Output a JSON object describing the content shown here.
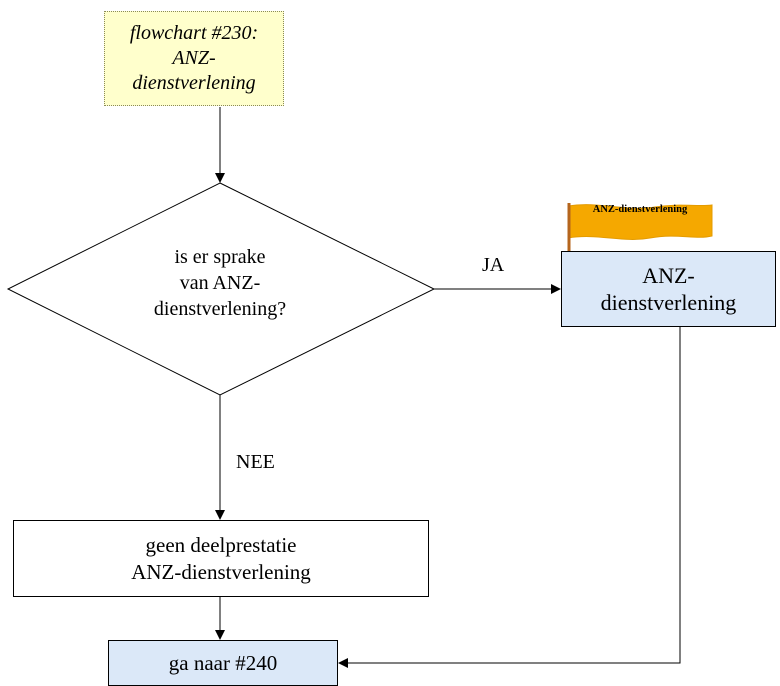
{
  "nodes": {
    "start": {
      "text": "flowchart #230: ANZ-dienstverlening"
    },
    "decision": {
      "line1": "is er sprake",
      "line2": "van ANZ-",
      "line3": "dienstverlening?"
    },
    "anz_box": {
      "line1": "ANZ-",
      "line2": "dienstverlening",
      "flag": "ANZ-dienstverlening"
    },
    "geen_box": {
      "line1": "geen deelprestatie",
      "line2": "ANZ-dienstverlening"
    },
    "goto_box": {
      "text": "ga naar #240"
    }
  },
  "edges": {
    "yes_label": "JA",
    "no_label": "NEE"
  },
  "colors": {
    "start_fill": "#ffffcc",
    "highlight_fill": "#dbe8f8",
    "flag_fill": "#f5a800",
    "flag_pole": "#b5651d"
  }
}
